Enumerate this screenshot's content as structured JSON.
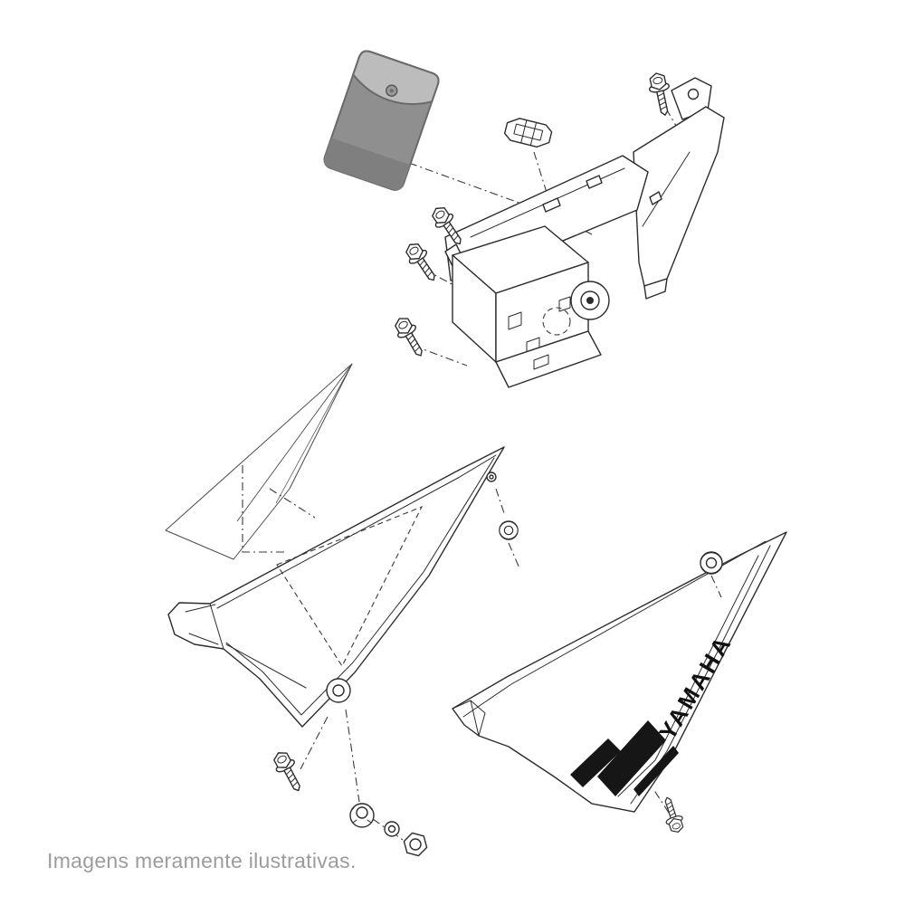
{
  "page": {
    "background_color": "#ffffff",
    "caption": "Imagens meramente ilustrativas."
  },
  "diagram": {
    "description": "Exploded parts diagram of motorcycle side covers with mounting bracket",
    "brand_label": "YAMAHA",
    "colors": {
      "line": "#2c2c2c",
      "guide": "#3a3a3a",
      "accent_black": "#161616",
      "pouch_body": "#8f8f8f",
      "pouch_flap": "#bcbcbc",
      "pouch_outline": "#6a6a6a",
      "caption_text": "#9c9c9c"
    },
    "parts": [
      {
        "id": "tool-pouch"
      },
      {
        "id": "retaining-clip"
      },
      {
        "id": "bracket-assembly"
      },
      {
        "id": "ignition-coil"
      },
      {
        "id": "flange-bolt",
        "count": 5
      },
      {
        "id": "decal-sheet"
      },
      {
        "id": "left-side-cover"
      },
      {
        "id": "right-side-cover"
      },
      {
        "id": "grommet",
        "count": 3
      },
      {
        "id": "well-nut"
      },
      {
        "id": "washer"
      },
      {
        "id": "hex-nut"
      },
      {
        "id": "screw"
      }
    ]
  }
}
